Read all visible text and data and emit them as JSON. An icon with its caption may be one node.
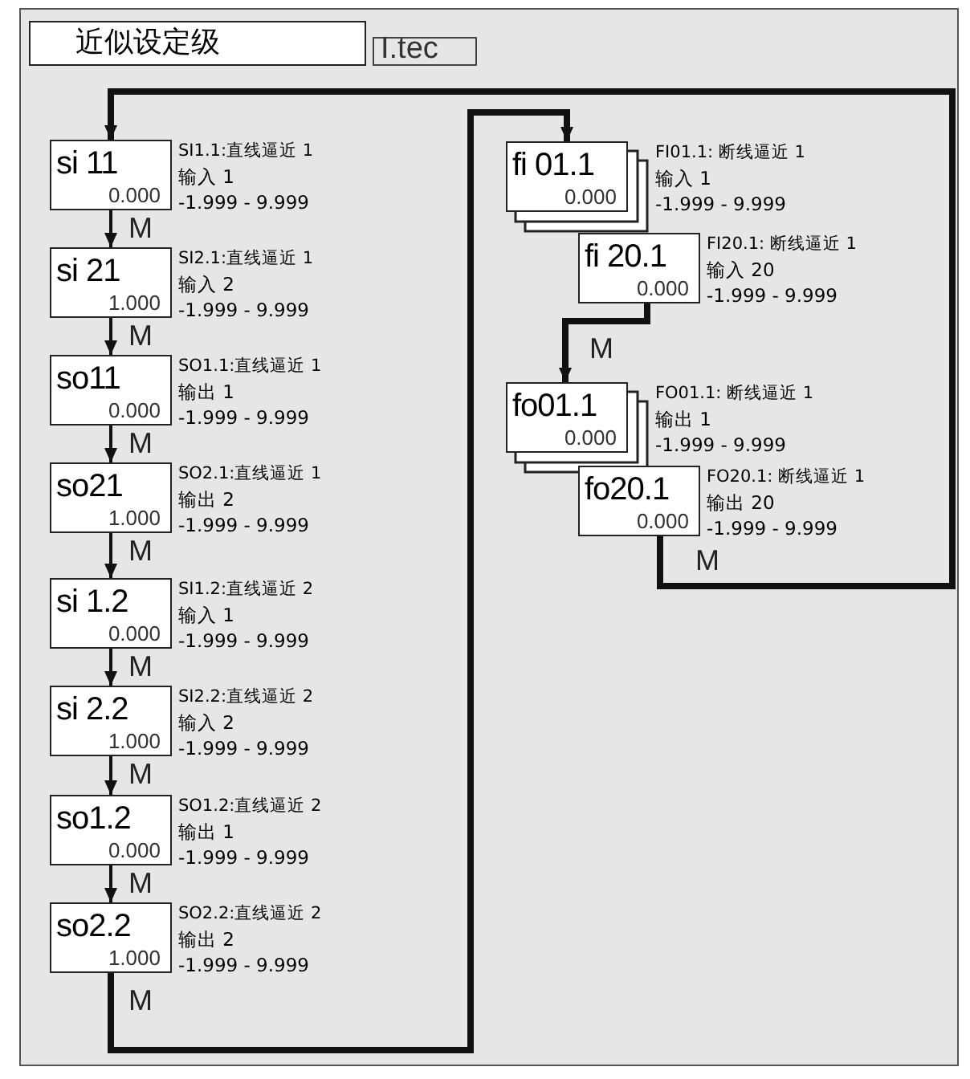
{
  "diagram": {
    "nodes": [
      {
        "text": [
          "近似设定级"
        ]
      },
      {
        "text": [
          "I.tec"
        ]
      },
      {
        "text": [
          "si 11",
          "0.000"
        ],
        "beside": [
          "SI1.1:直线逼近 1",
          "输入 1",
          "-1.999 - 9.999"
        ]
      },
      {
        "text": [
          "si 21",
          "1.000"
        ],
        "beside": [
          "SI2.1:直线逼近 1",
          "输入 2",
          "-1.999 - 9.999"
        ]
      },
      {
        "text": [
          "so11",
          "0.000"
        ],
        "beside": [
          "SO1.1:直线逼近 1",
          "输出 1",
          "-1.999 - 9.999"
        ]
      },
      {
        "text": [
          "so21",
          "1.000"
        ],
        "beside": [
          "SO2.1:直线逼近 1",
          "输出 2",
          "-1.999 - 9.999"
        ]
      },
      {
        "text": [
          "si 1.2",
          "0.000"
        ],
        "beside": [
          "SI1.2:直线逼近 2",
          "输入 1",
          "-1.999 - 9.999"
        ]
      },
      {
        "text": [
          "si 2.2",
          "1.000"
        ],
        "beside": [
          "SI2.2:直线逼近 2",
          "输入 2",
          "-1.999 - 9.999"
        ]
      },
      {
        "text": [
          "so1.2",
          "0.000"
        ],
        "beside": [
          "SO1.2:直线逼近 2",
          "输出 1",
          "-1.999 - 9.999"
        ]
      },
      {
        "text": [
          "so2.2",
          "1.000"
        ],
        "beside": [
          "SO2.2:直线逼近 2",
          "输出 2",
          "-1.999 - 9.999"
        ]
      },
      {
        "text": [
          "fi 01.1",
          "0.000"
        ],
        "beside": [
          "FI01.1: 断线逼近 1",
          "输入 1",
          "-1.999 - 9.999"
        ]
      },
      {
        "text": [
          "fi 20.1",
          "0.000"
        ],
        "beside": [
          "FI20.1: 断线逼近 1",
          "输入 20",
          "-1.999 - 9.999"
        ]
      },
      {
        "text": [
          "fo01.1",
          "0.000"
        ],
        "beside": [
          "FO01.1: 断线逼近 1",
          "输出 1",
          "-1.999 - 9.999"
        ]
      },
      {
        "text": [
          "fo20.1",
          "0.000"
        ],
        "beside": [
          "FO20.1: 断线逼近 1",
          "输出 20",
          "-1.999 - 9.999"
        ]
      }
    ],
    "edges": [
      {
        "from": 2,
        "to": 3,
        "arrow": "to",
        "label": "M"
      },
      {
        "from": 3,
        "to": 4,
        "arrow": "to",
        "label": "M"
      },
      {
        "from": 4,
        "to": 5,
        "arrow": "to",
        "label": "M"
      },
      {
        "from": 5,
        "to": 6,
        "arrow": "to",
        "label": "M"
      },
      {
        "from": 6,
        "to": 7,
        "arrow": "to",
        "label": "M"
      },
      {
        "from": 7,
        "to": 8,
        "arrow": "to",
        "label": "M"
      },
      {
        "from": 8,
        "to": 9,
        "arrow": "to",
        "label": "M"
      },
      {
        "from": 9,
        "to": 10,
        "arrow": "to",
        "label": "M",
        "style": "thick"
      },
      {
        "from": 11,
        "to": 12,
        "arrow": "to",
        "label": "M",
        "style": "thick"
      },
      {
        "from": 13,
        "to": 2,
        "arrow": "to",
        "label": "M",
        "style": "thick"
      }
    ]
  }
}
